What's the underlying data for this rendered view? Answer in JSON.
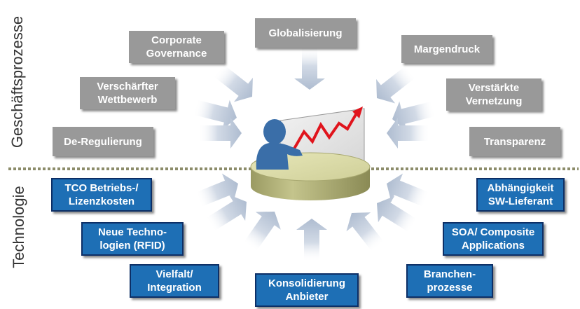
{
  "side_labels": {
    "top": "Geschäftsprozesse",
    "bottom": "Technologie"
  },
  "business_drivers": [
    {
      "line1": "Corporate",
      "line2": "Governance"
    },
    {
      "line1": "Globalisierung",
      "line2": ""
    },
    {
      "line1": "Margendruck",
      "line2": ""
    },
    {
      "line1": "Verschärfter",
      "line2": "Wettbewerb"
    },
    {
      "line1": "Verstärkte",
      "line2": "Vernetzung"
    },
    {
      "line1": "De-Regulierung",
      "line2": ""
    },
    {
      "line1": "Transparenz",
      "line2": ""
    }
  ],
  "technology_drivers": [
    {
      "line1": "TCO Betriebs-/",
      "line2": "Lizenzkosten"
    },
    {
      "line1": "Abhängigkeit",
      "line2": "SW-Lieferant"
    },
    {
      "line1": "Neue Techno-",
      "line2": "logien (RFID)"
    },
    {
      "line1": "SOA/ Composite",
      "line2": "Applications"
    },
    {
      "line1": "Vielfalt/",
      "line2": "Integration"
    },
    {
      "line1": "Branchen-",
      "line2": "prozesse"
    },
    {
      "line1": "Konsolidierung",
      "line2": "Anbieter"
    }
  ],
  "colors": {
    "business_box": "#999999",
    "technology_box": "#1e6fb5",
    "technology_border": "#0d2f66",
    "arrow": "#b8c4d6",
    "pedestal": "#c9c98f",
    "person": "#3a6ea8",
    "trend_line": "#e0141c",
    "divider": "#8c8c6a"
  },
  "icons": [
    "presenter-figure-icon",
    "rising-trend-chart-icon",
    "pedestal-icon"
  ]
}
